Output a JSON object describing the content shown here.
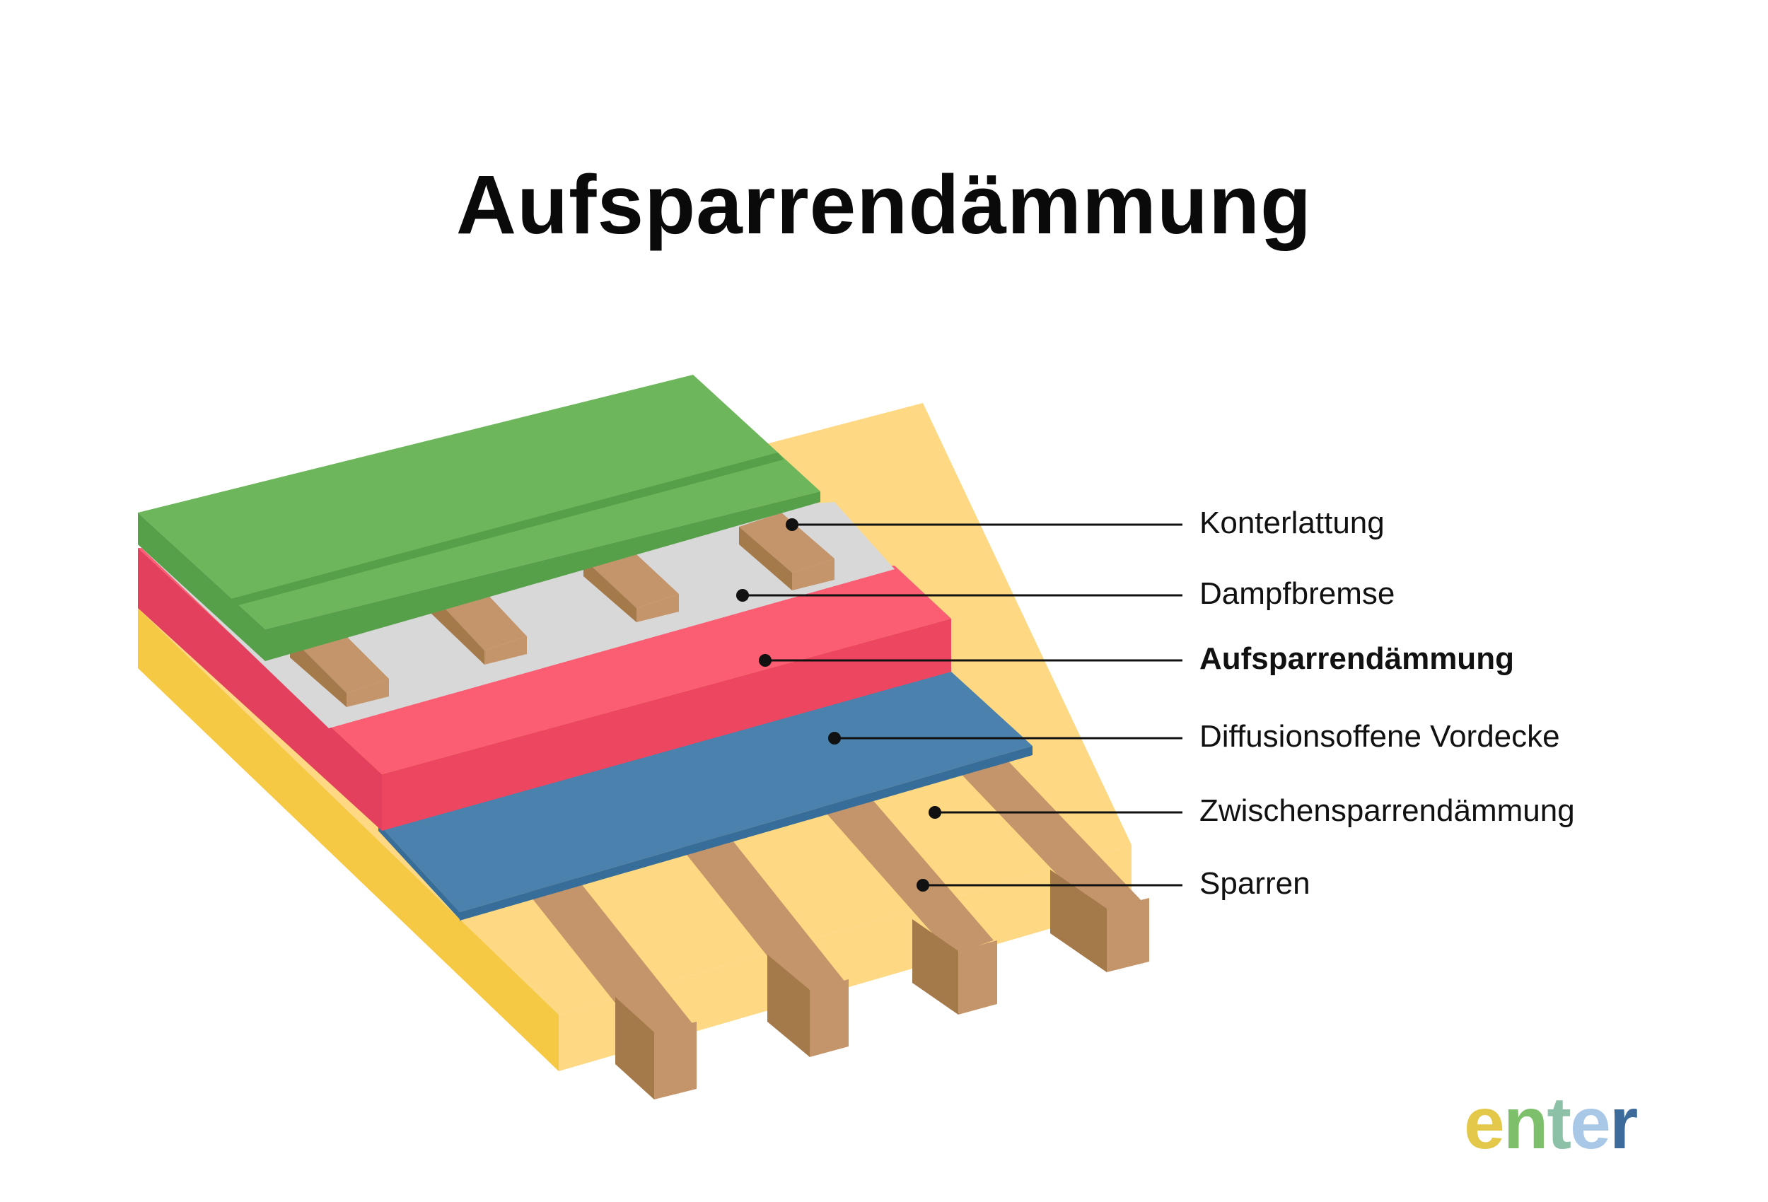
{
  "title": "Aufsparrendämmung",
  "labels": [
    {
      "text": "Konterlattung",
      "bold": false
    },
    {
      "text": "Dampfbremse",
      "bold": false
    },
    {
      "text": "Aufsparrendämmung",
      "bold": true
    },
    {
      "text": "Diffusionsoffene Vordecke",
      "bold": false
    },
    {
      "text": "Zwischensparrendämmung",
      "bold": false
    },
    {
      "text": "Sparren",
      "bold": false
    }
  ],
  "logo": {
    "letters": [
      "e",
      "n",
      "t",
      "e",
      "r"
    ],
    "colors": [
      "#e3c84a",
      "#7dbf6a",
      "#8cc1a8",
      "#a9c7e6",
      "#3d6c9b"
    ]
  },
  "colors": {
    "green_top": "#6db65b",
    "green_side": "#57a04a",
    "gray_membrane": "#d9d8d8",
    "red_top": "#fb5d73",
    "red_side": "#ec4660",
    "blue_top": "#4a81ad",
    "blue_side": "#376d99",
    "yellow_top": "#fed882",
    "yellow_side": "#f6c945",
    "wood_top": "#c4956a",
    "wood_side": "#a57a4b"
  }
}
